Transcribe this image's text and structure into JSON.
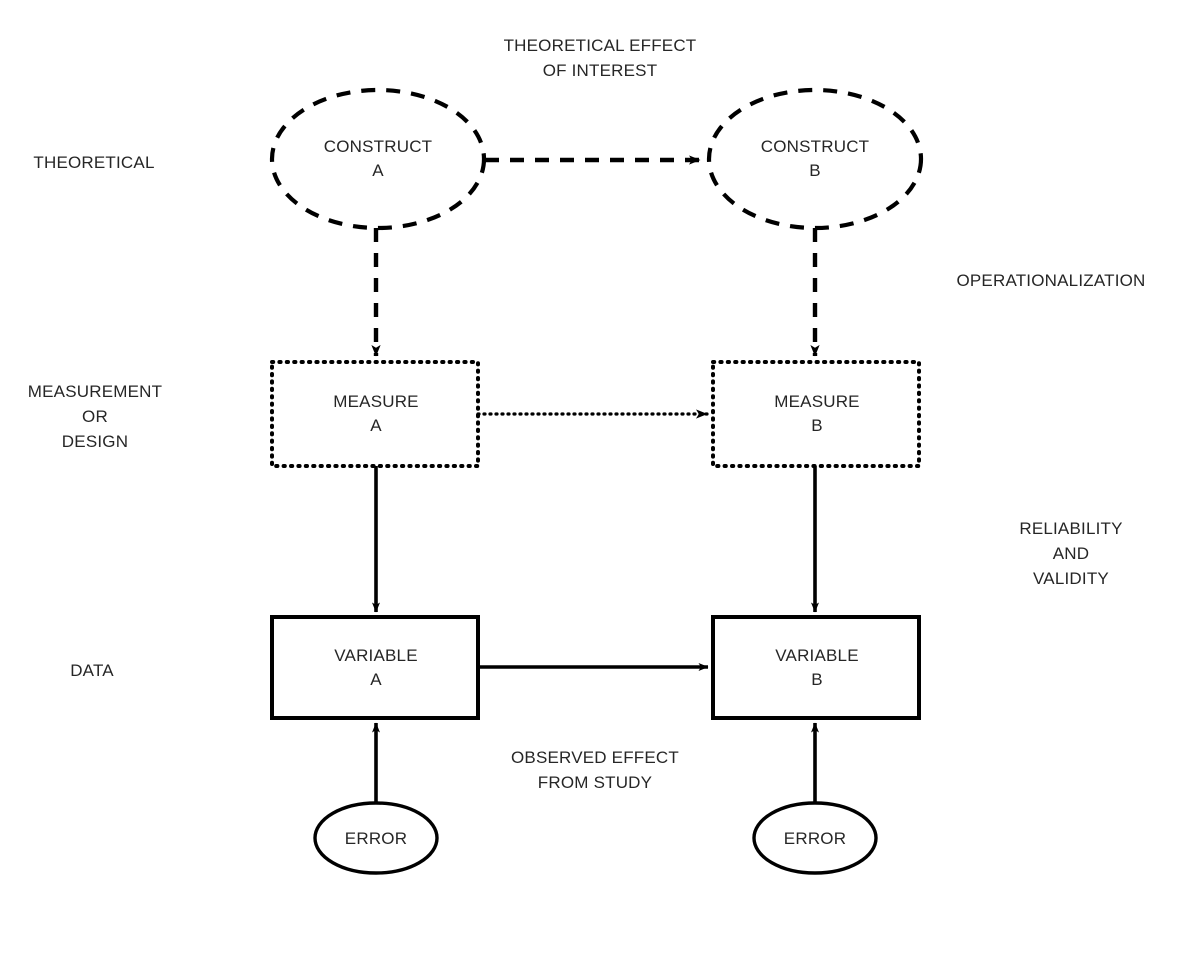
{
  "diagram": {
    "title": "Construct-to-data measurement model",
    "background": "#ffffff",
    "stroke_color": "#000000",
    "text_color": "#262626"
  },
  "row_labels": [
    {
      "id": "theoretical",
      "text": "THEORETICAL"
    },
    {
      "id": "measurement-or-design",
      "text": "MEASUREMENT\nOR\nDESIGN"
    },
    {
      "id": "data",
      "text": "DATA"
    }
  ],
  "side_labels": [
    {
      "id": "operationalization",
      "text": "OPERATIONALIZATION"
    },
    {
      "id": "reliability-and-validity",
      "text": "RELIABILITY\nAND\nVALIDITY"
    }
  ],
  "edge_labels": [
    {
      "id": "theoretical-effect-of-interest",
      "text": "THEORETICAL EFFECT\nOF INTEREST"
    },
    {
      "id": "observed-effect-from-study",
      "text": "OBSERVED EFFECT\nFROM STUDY"
    }
  ],
  "nodes": {
    "construct_a": {
      "text": "CONSTRUCT\nA",
      "shape": "ellipse",
      "border": "dashed"
    },
    "construct_b": {
      "text": "CONSTRUCT\nB",
      "shape": "ellipse",
      "border": "dashed"
    },
    "measure_a": {
      "text": "MEASURE\nA",
      "shape": "rectangle",
      "border": "dotted"
    },
    "measure_b": {
      "text": "MEASURE\nB",
      "shape": "rectangle",
      "border": "dotted"
    },
    "variable_a": {
      "text": "VARIABLE\nA",
      "shape": "rectangle",
      "border": "solid"
    },
    "variable_b": {
      "text": "VARIABLE\nB",
      "shape": "rectangle",
      "border": "solid"
    },
    "error_a": {
      "text": "ERROR",
      "shape": "ellipse",
      "border": "solid"
    },
    "error_b": {
      "text": "ERROR",
      "shape": "ellipse",
      "border": "solid"
    }
  },
  "edges": [
    {
      "id": "construct-a-to-construct-b",
      "from": "construct_a",
      "to": "construct_b",
      "style": "dashed",
      "direction": "right"
    },
    {
      "id": "construct-a-to-measure-a",
      "from": "construct_a",
      "to": "measure_a",
      "style": "dashed",
      "direction": "down"
    },
    {
      "id": "construct-b-to-measure-b",
      "from": "construct_b",
      "to": "measure_b",
      "style": "dashed",
      "direction": "down"
    },
    {
      "id": "measure-a-to-measure-b",
      "from": "measure_a",
      "to": "measure_b",
      "style": "dotted",
      "direction": "right"
    },
    {
      "id": "measure-a-to-variable-a",
      "from": "measure_a",
      "to": "variable_a",
      "style": "solid",
      "direction": "down"
    },
    {
      "id": "measure-b-to-variable-b",
      "from": "measure_b",
      "to": "variable_b",
      "style": "solid",
      "direction": "down"
    },
    {
      "id": "variable-a-to-variable-b",
      "from": "variable_a",
      "to": "variable_b",
      "style": "solid",
      "direction": "right"
    },
    {
      "id": "error-a-to-variable-a",
      "from": "error_a",
      "to": "variable_a",
      "style": "solid",
      "direction": "up"
    },
    {
      "id": "error-b-to-variable-b",
      "from": "error_b",
      "to": "variable_b",
      "style": "solid",
      "direction": "up"
    }
  ]
}
